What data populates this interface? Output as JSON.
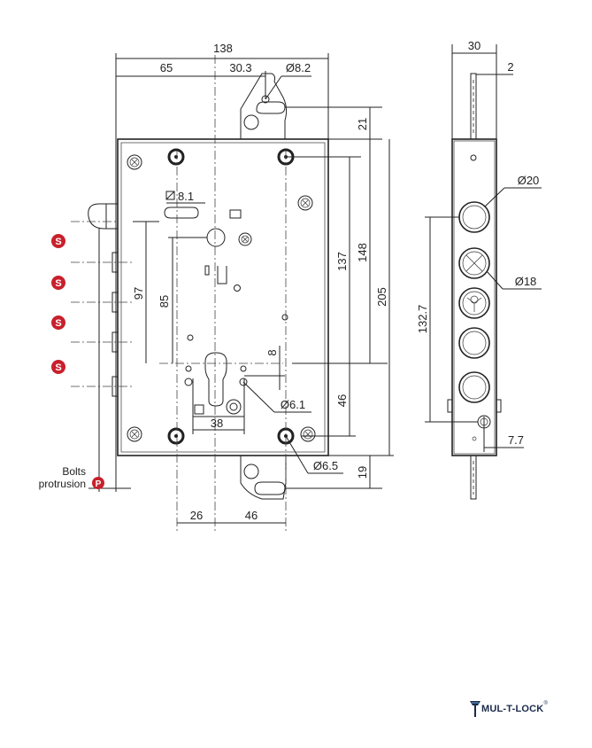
{
  "dimensions": {
    "overall_width": "138",
    "left_to_axis": "65",
    "axis_to_hole": "30.3",
    "top_hole_dia": "Ø8.2",
    "top_offset": "21",
    "square_spindle": "8.1",
    "height_137": "137",
    "height_148": "148",
    "height_205": "205",
    "bolt_spacing_97": "97",
    "bolt_spacing_85": "85",
    "cyl_offset": "8",
    "hole_dia_6_1": "Ø6.1",
    "cyl_bottom_46": "46",
    "width_38": "38",
    "hole_dia_6_5": "Ø6.5",
    "bottom_offset": "19",
    "bottom_26": "26",
    "bottom_46": "46",
    "side_width": "30",
    "side_2": "2",
    "bolt_dia_20": "Ø20",
    "bolt_dia_18": "Ø18",
    "side_height": "132.7",
    "side_7_7": "7.7"
  },
  "labels": {
    "bolt_marker": "S",
    "protrusion_line1": "Bolts",
    "protrusion_line2": "protrusion",
    "protrusion_marker": "P"
  },
  "brand": {
    "name": "MUL-T-LOCK",
    "trademark": "®"
  },
  "colors": {
    "marker_red": "#c8202c",
    "line": "#222222",
    "brand_blue": "#1b2b4a"
  }
}
